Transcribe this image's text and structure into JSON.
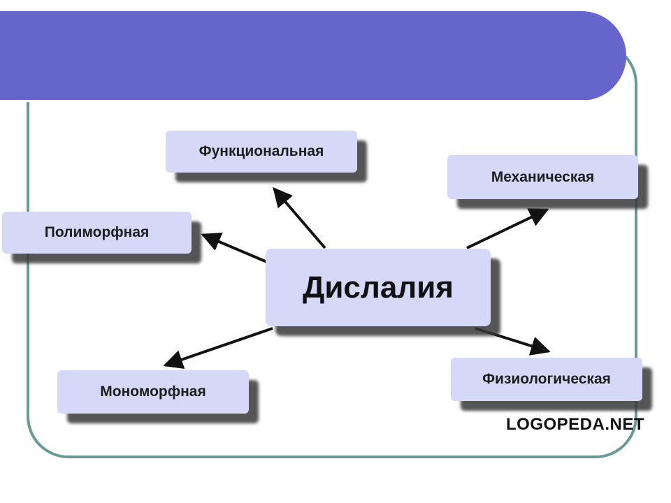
{
  "diagram": {
    "center": "Дислалия",
    "nodes": {
      "functional": "Функциональная",
      "mechanical": "Механическая",
      "polymorphic": "Полиморфная",
      "monomorphic": "Мономорфная",
      "physiological": "Физиологическая"
    },
    "edges": [
      {
        "from": "Дислалия",
        "to": "Функциональная"
      },
      {
        "from": "Дислалия",
        "to": "Механическая"
      },
      {
        "from": "Дислалия",
        "to": "Полиморфная"
      },
      {
        "from": "Дислалия",
        "to": "Мономорфная"
      },
      {
        "from": "Дислалия",
        "to": "Физиологическая"
      }
    ]
  },
  "watermark": "LOGOPEDA.NET",
  "colors": {
    "banner": "#6565cc",
    "frame": "#6a9a96",
    "box": "#d6d8f8",
    "shadow": "#373737"
  }
}
